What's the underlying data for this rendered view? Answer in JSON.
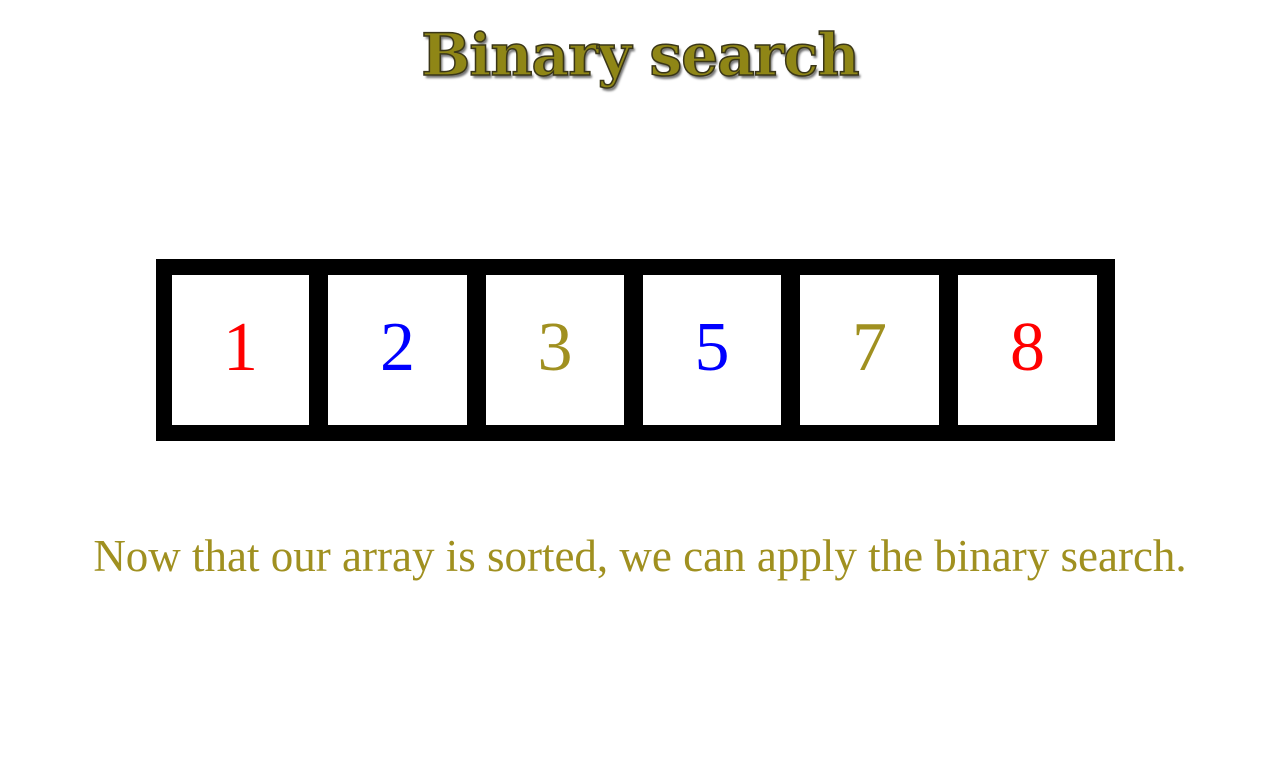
{
  "title": "Binary search",
  "array": {
    "cells": [
      {
        "value": "1",
        "color": "#ff0000"
      },
      {
        "value": "2",
        "color": "#0000ff"
      },
      {
        "value": "3",
        "color": "#a09020"
      },
      {
        "value": "5",
        "color": "#0000ff"
      },
      {
        "value": "7",
        "color": "#a09020"
      },
      {
        "value": "8",
        "color": "#ff0000"
      }
    ]
  },
  "caption": "Now that our array is sorted, we can apply the binary search.",
  "colors": {
    "background": "#ffffff",
    "frame": "#000000",
    "caption": "#a09020",
    "title": "#8f8616"
  }
}
